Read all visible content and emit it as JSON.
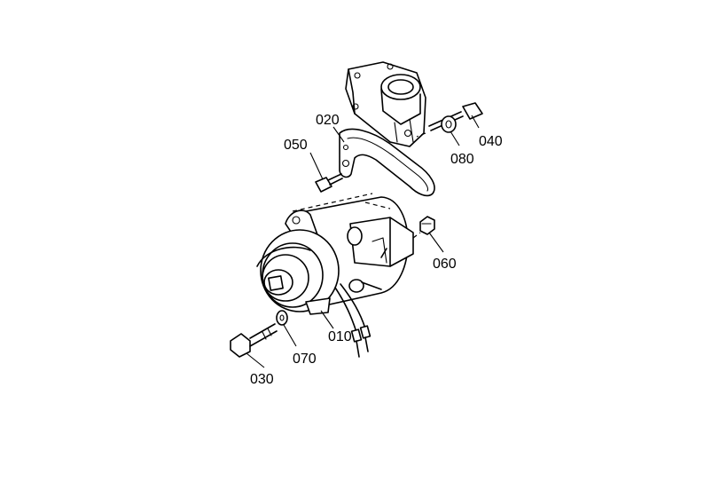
{
  "parts": [
    {
      "id": "p010",
      "label": "010",
      "name": "alternator"
    },
    {
      "id": "p020",
      "label": "020",
      "name": "bracket"
    },
    {
      "id": "p030",
      "label": "030",
      "name": "bolt"
    },
    {
      "id": "p040",
      "label": "040",
      "name": "bolt"
    },
    {
      "id": "p050",
      "label": "050",
      "name": "bolt"
    },
    {
      "id": "p060",
      "label": "060",
      "name": "nut"
    },
    {
      "id": "p070",
      "label": "070",
      "name": "washer"
    },
    {
      "id": "p080",
      "label": "080",
      "name": "washer"
    }
  ]
}
